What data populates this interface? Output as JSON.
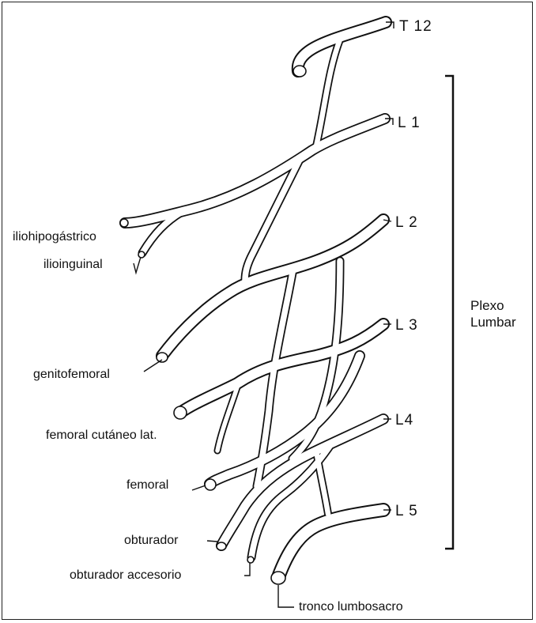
{
  "roots": {
    "t12": "T 12",
    "l1": "L 1",
    "l2": "L 2",
    "l3": "L 3",
    "l4": "L4",
    "l5": "L 5"
  },
  "bracket": {
    "line1": "Plexo",
    "line2": "Lumbar"
  },
  "nerves": {
    "iliohipogastrico": "iliohipogástrico",
    "ilioinguinal": "ilioinguinal",
    "genitofemoral": "genitofemoral",
    "femoral_cutaneo": "femoral cutáneo lat.",
    "femoral": "femoral",
    "obturador": "obturador",
    "obturador_accesorio": "obturador accesorio",
    "tronco_lumbosacro": "tronco lumbosacro"
  }
}
